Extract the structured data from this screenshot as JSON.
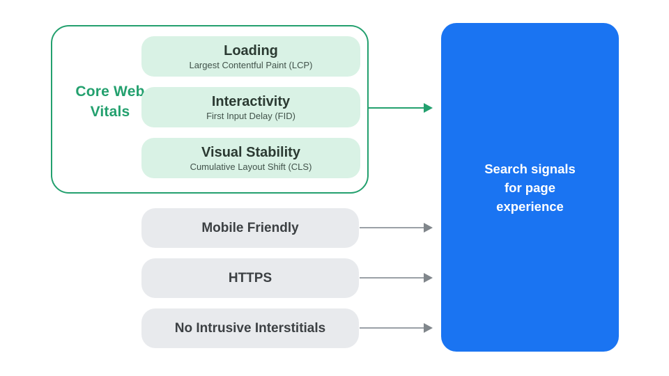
{
  "diagram": {
    "title_implied": "Page experience search signals diagram",
    "colors": {
      "accent_green": "#23a06e",
      "vital_pill_fill": "#d9f2e5",
      "signal_pill_fill": "#e8eaed",
      "result_box_fill": "#1a74f2",
      "pill_text": "#3c4043",
      "arrow_gray": "#9aa0a6",
      "result_text": "#ffffff"
    },
    "core_group": {
      "label": "Core Web Vitals",
      "vitals": [
        {
          "title": "Loading",
          "subtitle": "Largest Contentful Paint (LCP)"
        },
        {
          "title": "Interactivity",
          "subtitle": "First Input Delay (FID)"
        },
        {
          "title": "Visual Stability",
          "subtitle": "Cumulative Layout Shift (CLS)"
        }
      ]
    },
    "other_signals": [
      {
        "label": "Mobile Friendly"
      },
      {
        "label": "HTTPS"
      },
      {
        "label": "No Intrusive Interstitials"
      }
    ],
    "result": {
      "label": "Search signals for page experience"
    },
    "arrows": [
      {
        "from": "Core Web Vitals",
        "to": "Search signals for page experience",
        "color": "#23a06e"
      },
      {
        "from": "Mobile Friendly",
        "to": "Search signals for page experience",
        "color": "#9aa0a6"
      },
      {
        "from": "HTTPS",
        "to": "Search signals for page experience",
        "color": "#9aa0a6"
      },
      {
        "from": "No Intrusive Interstitials",
        "to": "Search signals for page experience",
        "color": "#9aa0a6"
      }
    ]
  }
}
